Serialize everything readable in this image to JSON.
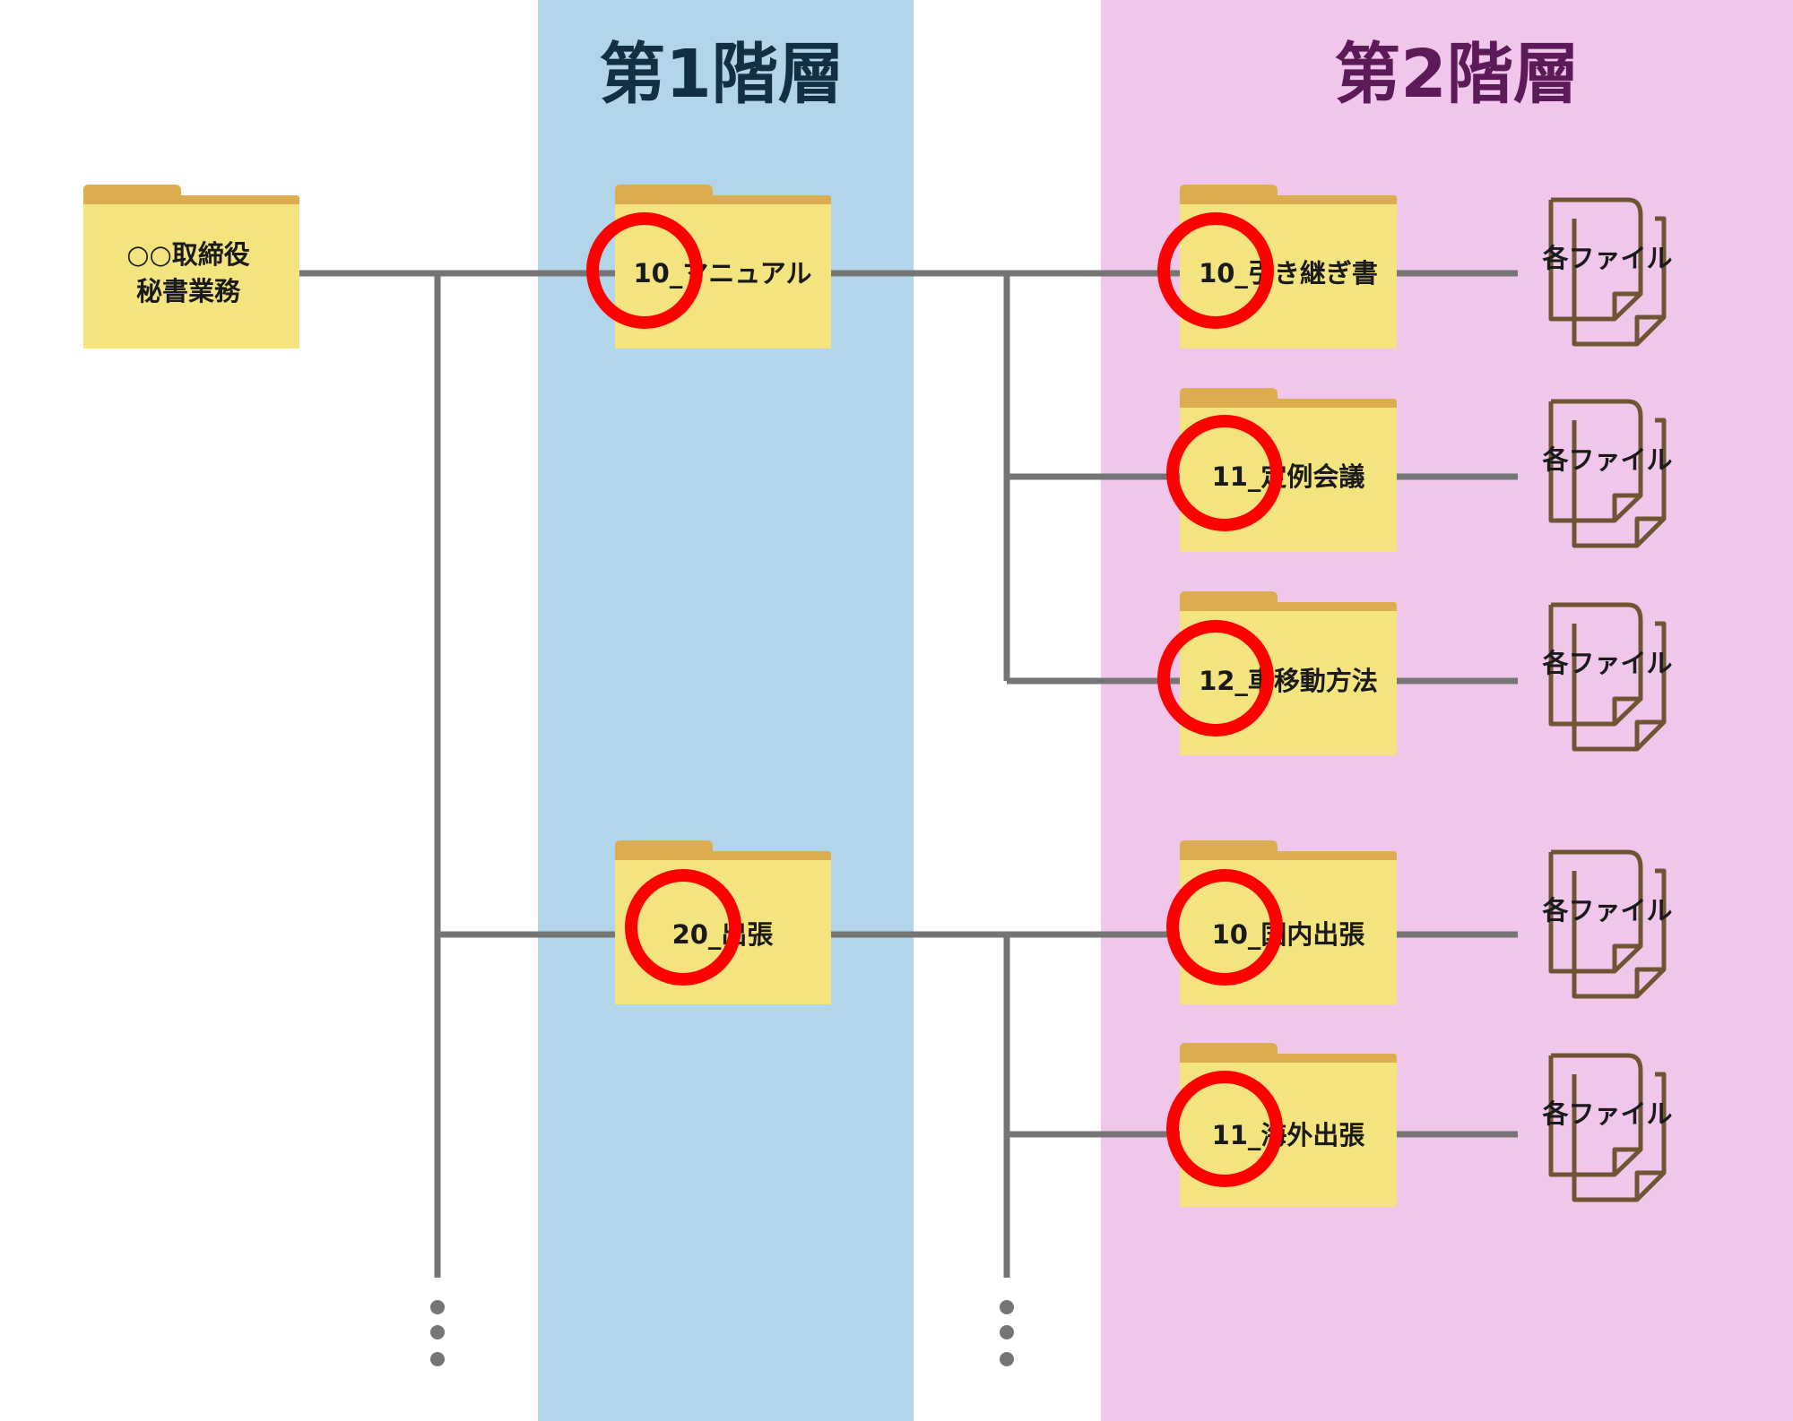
{
  "colors": {
    "tier1_band": "#b2d5e9",
    "tier2_band": "#f0c6ea",
    "tier1_title": "#123042",
    "tier2_title": "#5c1a58",
    "folder_body": "#f3e480",
    "folder_tab": "#dcad4f",
    "connector": "#757575",
    "circle": "#ff0000",
    "file_icon": "#6e5533"
  },
  "tiers": {
    "tier1_title": "第1階層",
    "tier2_title": "第2階層"
  },
  "root": {
    "line1": "○○取締役",
    "line2": "秘書業務"
  },
  "tier1_folders": [
    {
      "label": "10_マニュアル"
    },
    {
      "label": "20_出張"
    }
  ],
  "tier2_folders": [
    {
      "label": "10_引き継ぎ書"
    },
    {
      "label": "11_定例会議"
    },
    {
      "label": "12_車移動方法"
    },
    {
      "label": "10_国内出張"
    },
    {
      "label": "11_海外出張"
    }
  ],
  "files": [
    {
      "label": "各ファイル"
    },
    {
      "label": "各ファイル"
    },
    {
      "label": "各ファイル"
    },
    {
      "label": "各ファイル"
    },
    {
      "label": "各ファイル"
    }
  ],
  "icons": {
    "folder": "folder-icon",
    "file": "document-stack-icon",
    "continuation": "vertical-ellipsis-icon",
    "highlight": "red-circle-highlight"
  }
}
